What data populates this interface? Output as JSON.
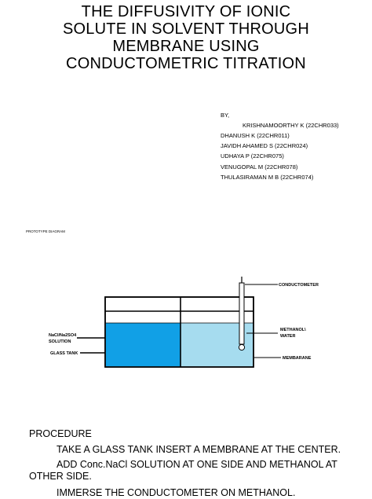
{
  "title": {
    "line1": "THE DIFFUSIVITY OF IONIC",
    "line2": "SOLUTE IN SOLVENT THROUGH",
    "line3": "MEMBRANE USING",
    "line4": "CONDUCTOMETRIC TITRATION"
  },
  "authors": {
    "by": "BY,",
    "names": [
      "KRISHNAMOORTHY K (22CHR033)",
      "DHANUSH K (22CHR011)",
      "JAVIDH AHAMED S (22CHR024)",
      "UDHAYA P (22CHR075)",
      "VENUGOPAL M (22CHR078)",
      "THULASIRAMAN M B (22CHR074)"
    ]
  },
  "diagram": {
    "caption": "PROTOTYPE DIAGRAM",
    "labels": {
      "conductometer": "CONDUCTOMETER",
      "methanol_line1": "METHANOL\\",
      "methanol_line2": "WATER",
      "membrane": "MEMBARANE",
      "nacl_line1": "NaCl/Na2SO4",
      "nacl_line2": "SOLUTION",
      "glass_tank": "GLASS TANK"
    },
    "colors": {
      "nacl_solution": "#11a0e6",
      "methanol_water": "#a6dcef",
      "outline": "#000000"
    }
  },
  "procedure": {
    "heading": "PROCEDURE",
    "steps": [
      "TAKE A GLASS TANK INSERT A MEMBRANE AT THE CENTER.",
      "ADD Conc.NaCl SOLUTION AT ONE SIDE AND METHANOL AT",
      "OTHER SIDE.",
      "IMMERSE THE CONDUCTOMETER ON METHANOL."
    ]
  }
}
